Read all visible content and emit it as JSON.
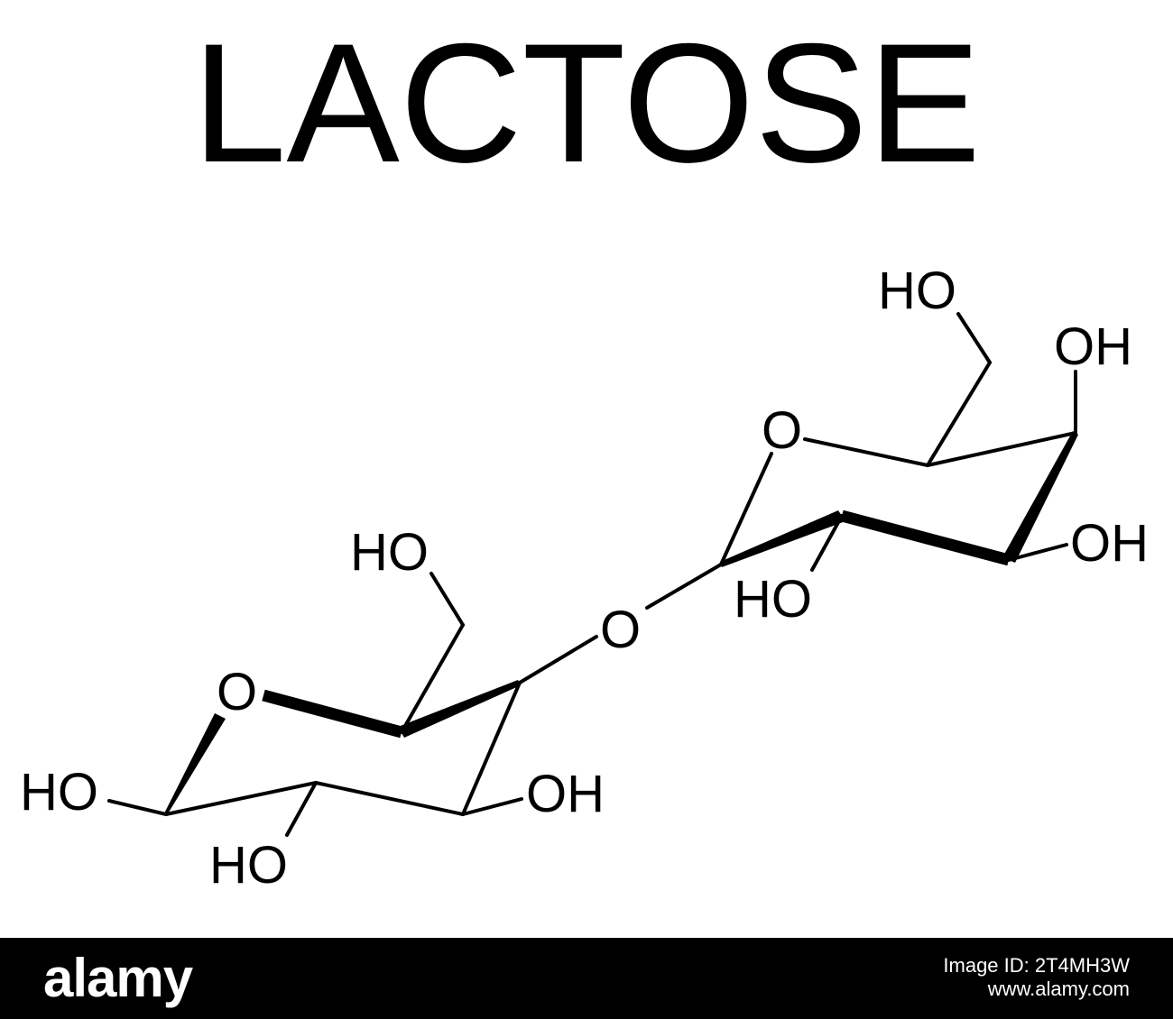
{
  "title": "LACTOSE",
  "atoms": {
    "glc_ring_o": "O",
    "glc_ch2oh": "HO",
    "glc_oh_anomeric": "HO",
    "glc_oh_c2": "HO",
    "glc_oh_c3": "OH",
    "glycosidic_o": "O",
    "gal_ring_o": "O",
    "gal_ch2oh": "HO",
    "gal_oh_c4": "OH",
    "gal_oh_c3": "OH",
    "gal_oh_c2": "HO"
  },
  "footer": {
    "brand": "alamy",
    "image_id": "Image ID: 2T4MH3W",
    "site": "www.alamy.com"
  },
  "colors": {
    "ink": "#000000",
    "background": "#ffffff",
    "footer_bar": "#000000",
    "footer_text": "#ffffff"
  }
}
